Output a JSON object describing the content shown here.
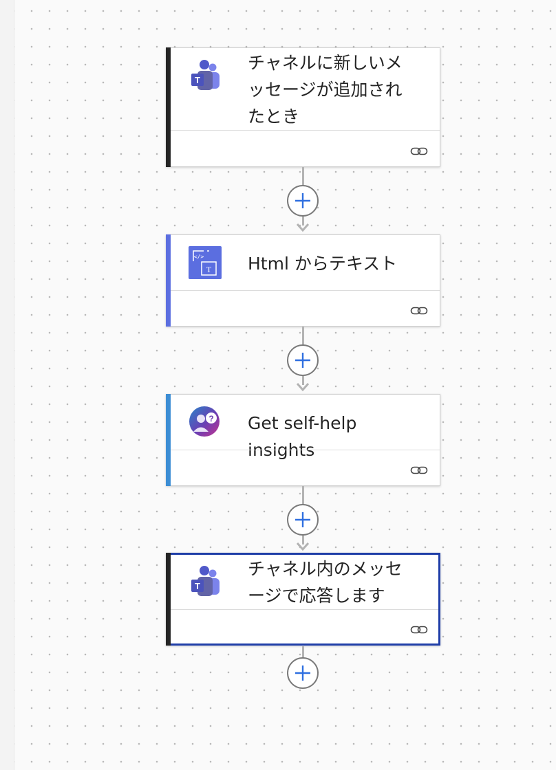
{
  "canvas": {
    "background": "#fafafa",
    "dot_color": "#b9b9b9"
  },
  "flow": {
    "steps": [
      {
        "title": "チャネルに新しいメッセージが追加されたとき",
        "title_lines": [
          "チャネルに新しいメ",
          "ッセージが追加され",
          "たとき"
        ],
        "icon": "teams-icon",
        "accent": "#242424",
        "link_icon": "link-icon"
      },
      {
        "title": "Html からテキスト",
        "title_lines": [
          "Html からテキスト"
        ],
        "icon": "html-to-text-icon",
        "accent": "#5b6ee0",
        "link_icon": "link-icon"
      },
      {
        "title": "Get self-help insights",
        "title_lines": [
          "Get self-help insights"
        ],
        "icon": "self-help-insights-icon",
        "accent": "#3c8dd4",
        "link_icon": "link-icon"
      },
      {
        "title": "チャネル内のメッセージで応答します",
        "title_lines": [
          "チャネル内のメッセ",
          "ージで応答します"
        ],
        "icon": "teams-icon",
        "accent": "#242424",
        "selected": true,
        "selection_color": "#1f3ea8",
        "link_icon": "link-icon"
      }
    ],
    "add_step_icon": "plus-icon",
    "plus_color": "#2f6fe0"
  }
}
